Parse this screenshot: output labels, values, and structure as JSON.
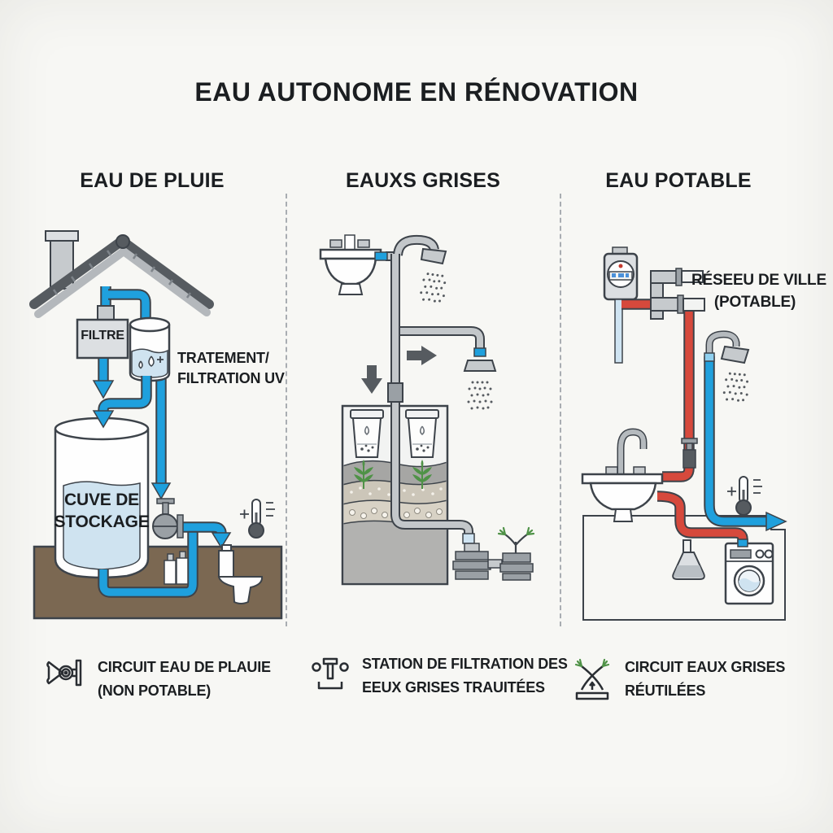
{
  "title": "EAU AUTONOME EN RÉNOVATION",
  "colors": {
    "bg": "#f7f7f4",
    "ink": "#1b1e21",
    "outline": "#3d434a",
    "pipe-blue": "#1fa0dd",
    "pipe-red": "#d6493c",
    "water": "#cfe3f0",
    "ground": "#7b6852",
    "gray-dark": "#565b60",
    "gray-mid": "#9aa0a5",
    "gray-light": "#c6cacd",
    "green": "#4f9247"
  },
  "columns": [
    {
      "header": "EAU DE PLUIE",
      "filter_label": "FILTRE",
      "treatment_label_line1": "TRATEMENT/",
      "treatment_label_line2": "FILTRATION UV",
      "tank_label_line1": "CUVE DE",
      "tank_label_line2": "STOCKAGE",
      "legend": {
        "icon": "valve-icon",
        "line1": "CIRCUIT EAU DE PLAUIE",
        "line2": "(NON POTABLE)"
      }
    },
    {
      "header": "EAUXS GRISES",
      "legend": {
        "icon": "filtration-station-icon",
        "line1": "STATION DE FILTRATION DES",
        "line2": "EEUX GRISES TRAUITÉES"
      }
    },
    {
      "header": "EAU POTABLE",
      "city_network_label_line1": "RÉSEEU DE VILLE",
      "city_network_label_line2": "(POTABLE)",
      "legend": {
        "icon": "reused-greywater-icon",
        "line1": "CIRCUIT EAUX GRISES",
        "line2": "RÉUTILÉES"
      }
    }
  ]
}
